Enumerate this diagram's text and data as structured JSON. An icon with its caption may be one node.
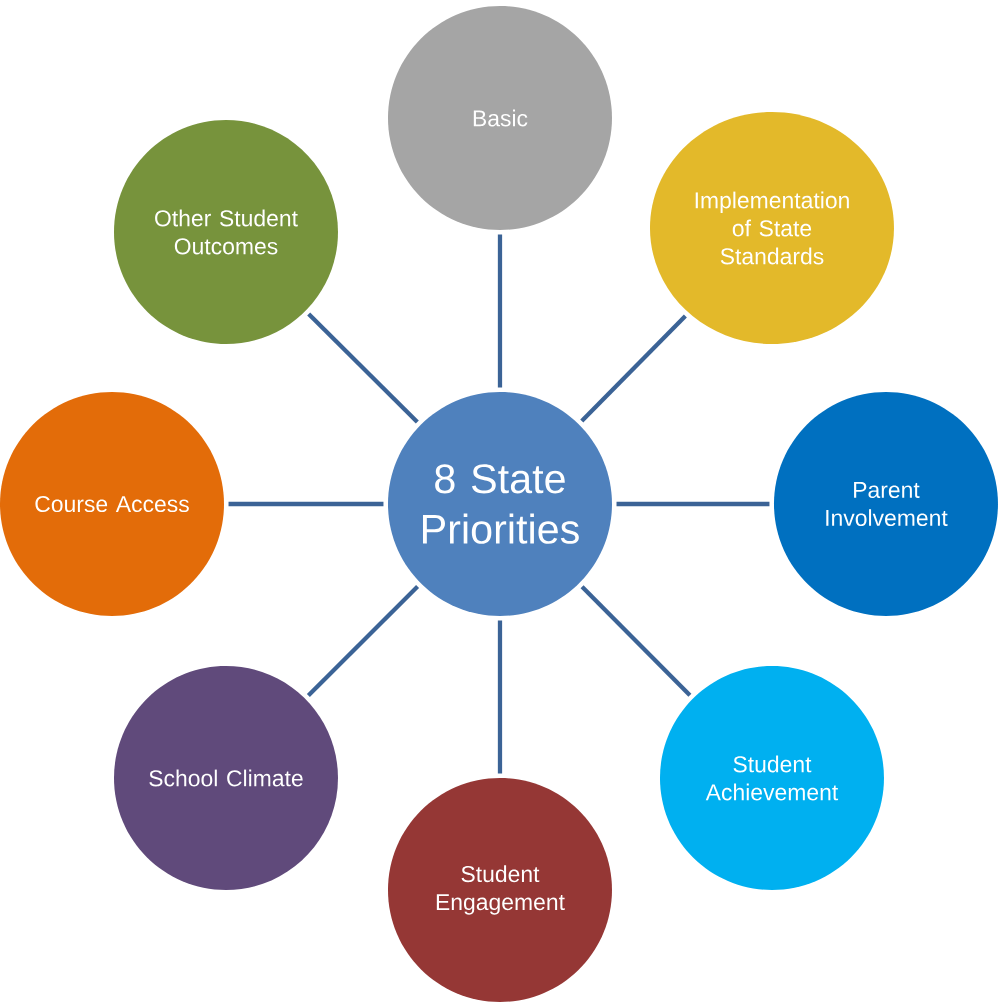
{
  "diagram": {
    "nodes": [
      {
        "text": [
          "8 State Priorities"
        ]
      },
      {
        "text": [
          "Basic"
        ]
      },
      {
        "text": [
          "Implementation of State Standards"
        ]
      },
      {
        "text": [
          "Parent Involvement"
        ]
      },
      {
        "text": [
          "Student Achievement"
        ]
      },
      {
        "text": [
          "Student Engagement"
        ]
      },
      {
        "text": [
          "School Climate"
        ]
      },
      {
        "text": [
          "Course Access"
        ]
      },
      {
        "text": [
          "Other Student Outcomes"
        ]
      }
    ],
    "edges": [
      {
        "from": 0,
        "to": 1,
        "arrow": "none"
      },
      {
        "from": 0,
        "to": 2,
        "arrow": "none"
      },
      {
        "from": 0,
        "to": 3,
        "arrow": "none"
      },
      {
        "from": 0,
        "to": 4,
        "arrow": "none"
      },
      {
        "from": 0,
        "to": 5,
        "arrow": "none"
      },
      {
        "from": 0,
        "to": 6,
        "arrow": "none"
      },
      {
        "from": 0,
        "to": 7,
        "arrow": "none"
      },
      {
        "from": 0,
        "to": 8,
        "arrow": "none"
      }
    ]
  }
}
